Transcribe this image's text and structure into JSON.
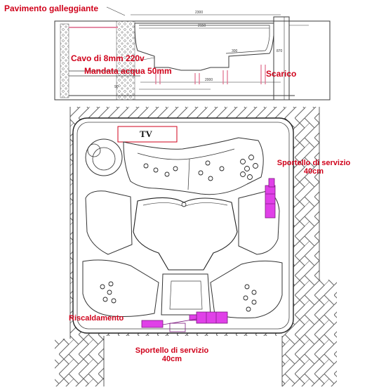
{
  "labels": {
    "floating_floor": "Pavimento galleggiante",
    "cable": "Cavo di 8mm 220v",
    "water_supply": "Mandata acqua 50mm",
    "drain": "Scarico",
    "tv": "TV",
    "service_door_right_line1": "Sportello di servizio",
    "service_door_right_line2": "40cm",
    "heating": "Riscaldamento",
    "service_door_bottom_line1": "Sportello di servizio",
    "service_door_bottom_line2": "40cm"
  },
  "dimensions": {
    "overall_width": "2300",
    "inner_width": "2150",
    "floor_width": "2000",
    "height_left": "90",
    "height_center": "300",
    "height_right": "870"
  },
  "colors": {
    "label_red": "#d0021b",
    "equipment_magenta": "#e040e8",
    "line": "#3a3a3a",
    "brick_line": "#6a6a6a"
  }
}
